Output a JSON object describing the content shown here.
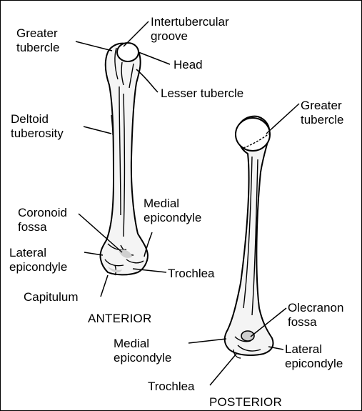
{
  "colors": {
    "ink": "#000000",
    "background": "#ffffff",
    "bone_fill": "#f2f2f2",
    "shade": "#cfcfcf"
  },
  "anterior": {
    "view_label": "ANTERIOR",
    "labels": {
      "greater_tubercle": "Greater\ntubercle",
      "intertubercular_groove": "Intertubercular\ngroove",
      "head": "Head",
      "lesser_tubercle": "Lesser tubercle",
      "deltoid_tuberosity": "Deltoid\ntuberosity",
      "coronoid_fossa": "Coronoid\nfossa",
      "medial_epicondyle": "Medial\nepicondyle",
      "lateral_epicondyle": "Lateral\nepicondyle",
      "trochlea": "Trochlea",
      "capitulum": "Capitulum"
    }
  },
  "posterior": {
    "view_label": "POSTERIOR",
    "labels": {
      "greater_tubercle": "Greater\ntubercle",
      "olecranon_fossa": "Olecranon\nfossa",
      "medial_epicondyle": "Medial\nepicondyle",
      "lateral_epicondyle": "Lateral\nepicondyle",
      "trochlea": "Trochlea"
    }
  }
}
